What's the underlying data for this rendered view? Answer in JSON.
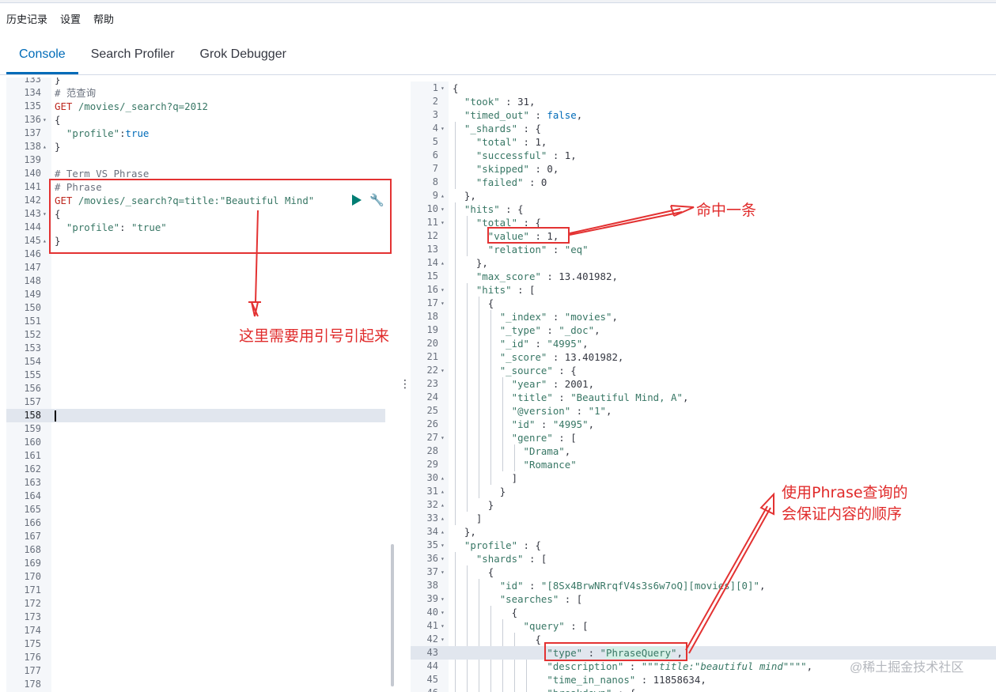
{
  "topmenu": {
    "history": "历史记录",
    "settings": "设置",
    "help": "帮助"
  },
  "tabs": [
    {
      "label": "Console",
      "active": true
    },
    {
      "label": "Search Profiler",
      "active": false
    },
    {
      "label": "Grok Debugger",
      "active": false
    }
  ],
  "request_lines": [
    {
      "n": "133",
      "fold": "",
      "t": "}"
    },
    {
      "n": "134",
      "fold": "",
      "t": "# 范查询"
    },
    {
      "n": "135",
      "fold": "",
      "t": "GET /movies/_search?q=2012"
    },
    {
      "n": "136",
      "fold": "▾",
      "t": "{"
    },
    {
      "n": "137",
      "fold": "",
      "t": "  \"profile\":true"
    },
    {
      "n": "138",
      "fold": "▴",
      "t": "}"
    },
    {
      "n": "139",
      "fold": "",
      "t": ""
    },
    {
      "n": "140",
      "fold": "",
      "t": "# Term VS Phrase"
    },
    {
      "n": "141",
      "fold": "",
      "t": "# Phrase"
    },
    {
      "n": "142",
      "fold": "",
      "t": "GET /movies/_search?q=title:\"Beautiful Mind\""
    },
    {
      "n": "143",
      "fold": "▾",
      "t": "{"
    },
    {
      "n": "144",
      "fold": "",
      "t": "  \"profile\": \"true\""
    },
    {
      "n": "145",
      "fold": "▴",
      "t": "}"
    },
    {
      "n": "146",
      "fold": "",
      "t": ""
    },
    {
      "n": "147",
      "fold": "",
      "t": ""
    },
    {
      "n": "148",
      "fold": "",
      "t": ""
    },
    {
      "n": "149",
      "fold": "",
      "t": ""
    },
    {
      "n": "150",
      "fold": "",
      "t": ""
    },
    {
      "n": "151",
      "fold": "",
      "t": ""
    },
    {
      "n": "152",
      "fold": "",
      "t": ""
    },
    {
      "n": "153",
      "fold": "",
      "t": ""
    },
    {
      "n": "154",
      "fold": "",
      "t": ""
    },
    {
      "n": "155",
      "fold": "",
      "t": ""
    },
    {
      "n": "156",
      "fold": "",
      "t": ""
    },
    {
      "n": "157",
      "fold": "",
      "t": ""
    },
    {
      "n": "158",
      "fold": "",
      "t": ""
    },
    {
      "n": "159",
      "fold": "",
      "t": ""
    },
    {
      "n": "160",
      "fold": "",
      "t": ""
    },
    {
      "n": "161",
      "fold": "",
      "t": ""
    },
    {
      "n": "162",
      "fold": "",
      "t": ""
    },
    {
      "n": "163",
      "fold": "",
      "t": ""
    },
    {
      "n": "164",
      "fold": "",
      "t": ""
    },
    {
      "n": "165",
      "fold": "",
      "t": ""
    },
    {
      "n": "166",
      "fold": "",
      "t": ""
    },
    {
      "n": "167",
      "fold": "",
      "t": ""
    },
    {
      "n": "168",
      "fold": "",
      "t": ""
    },
    {
      "n": "169",
      "fold": "",
      "t": ""
    },
    {
      "n": "170",
      "fold": "",
      "t": ""
    },
    {
      "n": "171",
      "fold": "",
      "t": ""
    },
    {
      "n": "172",
      "fold": "",
      "t": ""
    },
    {
      "n": "173",
      "fold": "",
      "t": ""
    },
    {
      "n": "174",
      "fold": "",
      "t": ""
    },
    {
      "n": "175",
      "fold": "",
      "t": ""
    },
    {
      "n": "176",
      "fold": "",
      "t": ""
    },
    {
      "n": "177",
      "fold": "",
      "t": ""
    },
    {
      "n": "178",
      "fold": "",
      "t": ""
    }
  ],
  "current_line": "158",
  "response_lines": [
    {
      "n": "1",
      "fold": "▾",
      "t": "{"
    },
    {
      "n": "2",
      "fold": "",
      "t": "  \"took\" : 31,"
    },
    {
      "n": "3",
      "fold": "",
      "t": "  \"timed_out\" : false,"
    },
    {
      "n": "4",
      "fold": "▾",
      "t": "  \"_shards\" : {"
    },
    {
      "n": "5",
      "fold": "",
      "t": "    \"total\" : 1,"
    },
    {
      "n": "6",
      "fold": "",
      "t": "    \"successful\" : 1,"
    },
    {
      "n": "7",
      "fold": "",
      "t": "    \"skipped\" : 0,"
    },
    {
      "n": "8",
      "fold": "",
      "t": "    \"failed\" : 0"
    },
    {
      "n": "9",
      "fold": "▴",
      "t": "  },"
    },
    {
      "n": "10",
      "fold": "▾",
      "t": "  \"hits\" : {"
    },
    {
      "n": "11",
      "fold": "▾",
      "t": "    \"total\" : {"
    },
    {
      "n": "12",
      "fold": "",
      "t": "      \"value\" : 1,"
    },
    {
      "n": "13",
      "fold": "",
      "t": "      \"relation\" : \"eq\""
    },
    {
      "n": "14",
      "fold": "▴",
      "t": "    },"
    },
    {
      "n": "15",
      "fold": "",
      "t": "    \"max_score\" : 13.401982,"
    },
    {
      "n": "16",
      "fold": "▾",
      "t": "    \"hits\" : ["
    },
    {
      "n": "17",
      "fold": "▾",
      "t": "      {"
    },
    {
      "n": "18",
      "fold": "",
      "t": "        \"_index\" : \"movies\","
    },
    {
      "n": "19",
      "fold": "",
      "t": "        \"_type\" : \"_doc\","
    },
    {
      "n": "20",
      "fold": "",
      "t": "        \"_id\" : \"4995\","
    },
    {
      "n": "21",
      "fold": "",
      "t": "        \"_score\" : 13.401982,"
    },
    {
      "n": "22",
      "fold": "▾",
      "t": "        \"_source\" : {"
    },
    {
      "n": "23",
      "fold": "",
      "t": "          \"year\" : 2001,"
    },
    {
      "n": "24",
      "fold": "",
      "t": "          \"title\" : \"Beautiful Mind, A\","
    },
    {
      "n": "25",
      "fold": "",
      "t": "          \"@version\" : \"1\","
    },
    {
      "n": "26",
      "fold": "",
      "t": "          \"id\" : \"4995\","
    },
    {
      "n": "27",
      "fold": "▾",
      "t": "          \"genre\" : ["
    },
    {
      "n": "28",
      "fold": "",
      "t": "            \"Drama\","
    },
    {
      "n": "29",
      "fold": "",
      "t": "            \"Romance\""
    },
    {
      "n": "30",
      "fold": "▴",
      "t": "          ]"
    },
    {
      "n": "31",
      "fold": "▴",
      "t": "        }"
    },
    {
      "n": "32",
      "fold": "▴",
      "t": "      }"
    },
    {
      "n": "33",
      "fold": "▴",
      "t": "    ]"
    },
    {
      "n": "34",
      "fold": "▴",
      "t": "  },"
    },
    {
      "n": "35",
      "fold": "▾",
      "t": "  \"profile\" : {"
    },
    {
      "n": "36",
      "fold": "▾",
      "t": "    \"shards\" : ["
    },
    {
      "n": "37",
      "fold": "▾",
      "t": "      {"
    },
    {
      "n": "38",
      "fold": "",
      "t": "        \"id\" : \"[8Sx4BrwNRrqfV4s3s6w7oQ][movies][0]\","
    },
    {
      "n": "39",
      "fold": "▾",
      "t": "        \"searches\" : ["
    },
    {
      "n": "40",
      "fold": "▾",
      "t": "          {"
    },
    {
      "n": "41",
      "fold": "▾",
      "t": "            \"query\" : ["
    },
    {
      "n": "42",
      "fold": "▾",
      "t": "              {"
    },
    {
      "n": "43",
      "fold": "",
      "t": "                \"type\" : \"PhraseQuery\","
    },
    {
      "n": "44",
      "fold": "",
      "t": "                \"description\" : \"\"\"title:\"beautiful mind\"\"\"\","
    },
    {
      "n": "45",
      "fold": "",
      "t": "                \"time_in_nanos\" : 11858634,"
    },
    {
      "n": "46",
      "fold": "▾",
      "t": "                \"breakdown\" : {"
    }
  ],
  "response_current_line": "43",
  "annotations": {
    "quote_note": "这里需要用引号引起来",
    "hit_note": "命中一条",
    "phrase_note_line1": "使用Phrase查询的",
    "phrase_note_line2": "会保证内容的顺序"
  },
  "watermark": "@稀土掘金技术社区",
  "colors": {
    "accent": "#006bb8",
    "annotation": "#e33232",
    "run": "#017d73"
  }
}
